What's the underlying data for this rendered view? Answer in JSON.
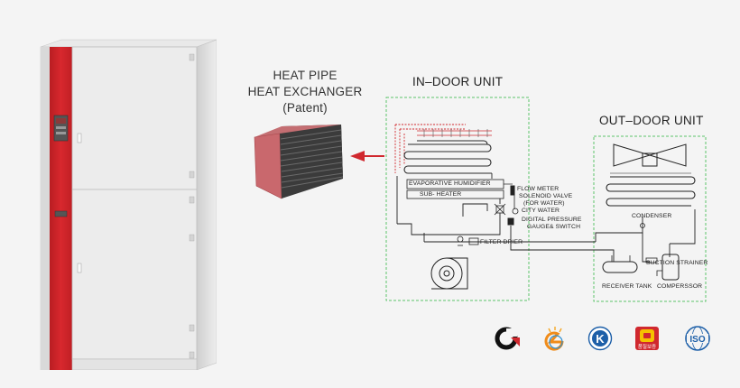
{
  "heat_pipe": {
    "line1": "HEAT PIPE",
    "line2": "HEAT EXCHANGER",
    "line3": "(Patent)"
  },
  "indoor_unit": {
    "title": "IN–DOOR UNIT",
    "evaporative_humidifier": "EVAPORATIVE HUMIDIFIER",
    "sub_heater": "SUB- HEATER",
    "flow_meter": "FLOW METER",
    "solenoid_valve_1": "SOLENOID VALVE",
    "solenoid_valve_2": "(FOR WATER)",
    "city_water": "CITY WATER",
    "digital_pressure_1": "DIGITAL PRESSURE",
    "digital_pressure_2": "GAUGE& SWITCH",
    "filter_drier": "FILTER DRIER"
  },
  "outdoor_unit": {
    "title": "OUT–DOOR UNIT",
    "condenser": "CONDENSER",
    "suction_strainer": "SUCTION STRAINER",
    "receiver_tank": "RECEIVER TANK",
    "compressor": "COMPERSSOR"
  },
  "certifications": {
    "q_mark_text": "품질보증"
  },
  "colors": {
    "red_accent": "#d0282e",
    "green_box": "#5cc46a",
    "cabinet_gray": "#e7e7e7"
  }
}
